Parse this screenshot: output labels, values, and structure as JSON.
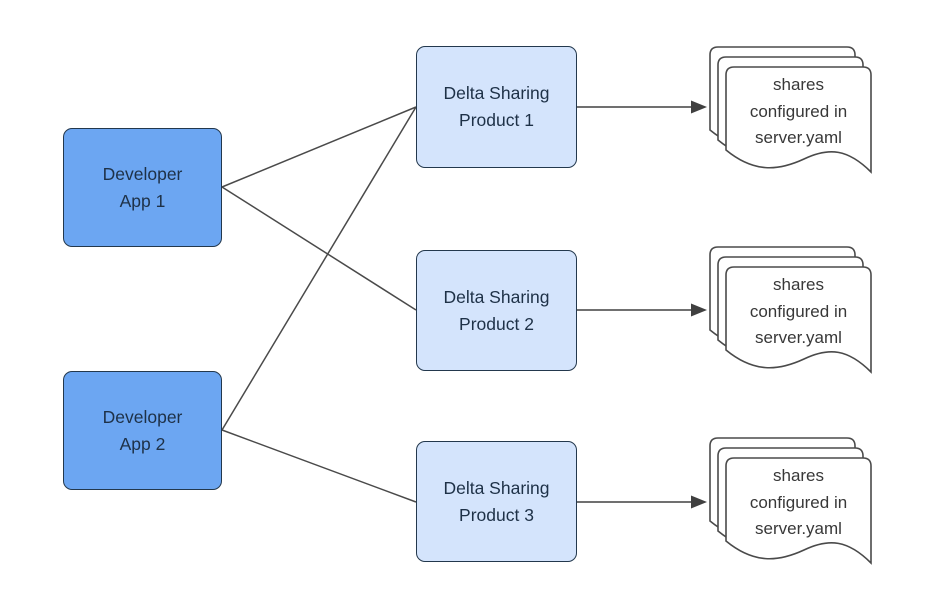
{
  "diagram": {
    "type": "flow-diagram",
    "background": "#ffffff",
    "nodes": {
      "apps": [
        {
          "id": "developer-app-1",
          "label": "Developer\nApp 1"
        },
        {
          "id": "developer-app-2",
          "label": "Developer\nApp 2"
        }
      ],
      "products": [
        {
          "id": "delta-sharing-product-1",
          "label": "Delta Sharing\nProduct 1"
        },
        {
          "id": "delta-sharing-product-2",
          "label": "Delta Sharing\nProduct 2"
        },
        {
          "id": "delta-sharing-product-3",
          "label": "Delta Sharing\nProduct 3"
        }
      ],
      "shares": [
        {
          "id": "shares-1",
          "label": "shares\nconfigured in\nserver.yaml",
          "shape": "document-stack"
        },
        {
          "id": "shares-2",
          "label": "shares\nconfigured in\nserver.yaml",
          "shape": "document-stack"
        },
        {
          "id": "shares-3",
          "label": "shares\nconfigured in\nserver.yaml",
          "shape": "document-stack"
        }
      ]
    },
    "edges": [
      {
        "from": "developer-app-1",
        "to": "delta-sharing-product-1",
        "arrow": false
      },
      {
        "from": "developer-app-1",
        "to": "delta-sharing-product-2",
        "arrow": false
      },
      {
        "from": "developer-app-2",
        "to": "delta-sharing-product-1",
        "arrow": false
      },
      {
        "from": "developer-app-2",
        "to": "delta-sharing-product-3",
        "arrow": false
      },
      {
        "from": "delta-sharing-product-1",
        "to": "shares-1",
        "arrow": true
      },
      {
        "from": "delta-sharing-product-2",
        "to": "shares-2",
        "arrow": true
      },
      {
        "from": "delta-sharing-product-3",
        "to": "shares-3",
        "arrow": true
      }
    ],
    "colors": {
      "app_fill": "#6ca6f2",
      "product_fill": "#d4e4fc",
      "node_border": "#23384d",
      "node_text": "#1e3147",
      "document_fill": "#ffffff",
      "document_border": "#4a4a4a",
      "document_text": "#383838",
      "connector": "#4a4a4a",
      "background": "#ffffff"
    }
  }
}
